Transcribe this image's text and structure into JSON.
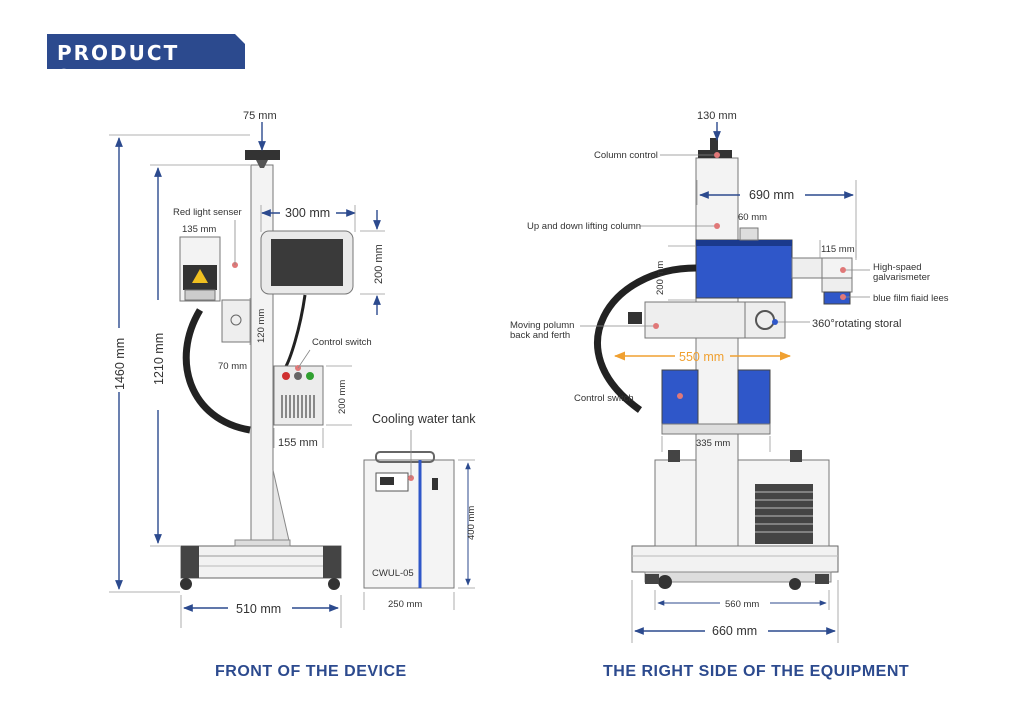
{
  "header": {
    "title": "PRODUCT SIZE"
  },
  "captions": {
    "front": "FRONT OF THE DEVICE",
    "side": "THE RIGHT SIDE OF THE EQUIPMENT"
  },
  "front": {
    "dim_75": "75 mm",
    "dim_300": "300 mm",
    "dim_200_screen": "200 mm",
    "dim_135": "135 mm",
    "dim_120": "120 mm",
    "dim_70": "70 mm",
    "dim_1460": "1460 mm",
    "dim_1210": "1210 mm",
    "dim_200_box": "200 mm",
    "dim_155": "155 mm",
    "dim_510": "510 mm",
    "dim_400": "400 mm",
    "dim_250": "250 mm",
    "label_red_light": "Red light senser",
    "label_control_switch": "Control switch",
    "label_cooling": "Cooling water tank",
    "chiller_model": "CWUL-05"
  },
  "side": {
    "dim_130": "130 mm",
    "dim_690": "690 mm",
    "dim_60": "60 mm",
    "dim_200": "200 mm",
    "dim_115": "115 mm",
    "dim_550": "550 mm",
    "dim_335": "335 mm",
    "dim_560": "560 mm",
    "dim_660": "660 mm",
    "label_column_control": "Column control",
    "label_up_down": "Up and down lifting column",
    "label_high_speed_1": "High-spaed",
    "label_high_speed_2": "galvarismeter",
    "label_blue_film": "blue film fiaid lees",
    "label_moving_1": "Moving polumn",
    "label_moving_2": "back and ferth",
    "label_rotating": "360°rotating storal",
    "label_control_switch": "Control switch"
  },
  "colors": {
    "badge": "#2c4a8e",
    "arrow": "#2c4a8e",
    "accent": "#f0a030",
    "blue_unit": "#2f57c9"
  }
}
